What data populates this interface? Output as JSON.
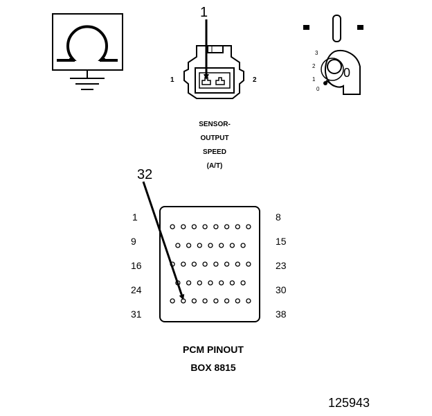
{
  "callouts": {
    "sensor_pin": "1",
    "pcm_pin": "32"
  },
  "sensor": {
    "left_pin": "1",
    "right_pin": "2",
    "label_lines": [
      "SENSOR-",
      "OUTPUT",
      "SPEED",
      "(A/T)"
    ]
  },
  "ignition": {
    "positions": [
      "3",
      "2",
      "1",
      "0"
    ],
    "key_text": "0"
  },
  "pcm": {
    "row_left_labels": [
      "1",
      "9",
      "16",
      "24",
      "31"
    ],
    "row_right_labels": [
      "8",
      "15",
      "23",
      "30",
      "38"
    ],
    "title": "PCM PINOUT",
    "subtitle": "BOX 8815"
  },
  "figure_number": "125943",
  "icons": {
    "ohmmeter": "ohmmeter-ground-icon",
    "ignition": "ignition-key-icon"
  }
}
